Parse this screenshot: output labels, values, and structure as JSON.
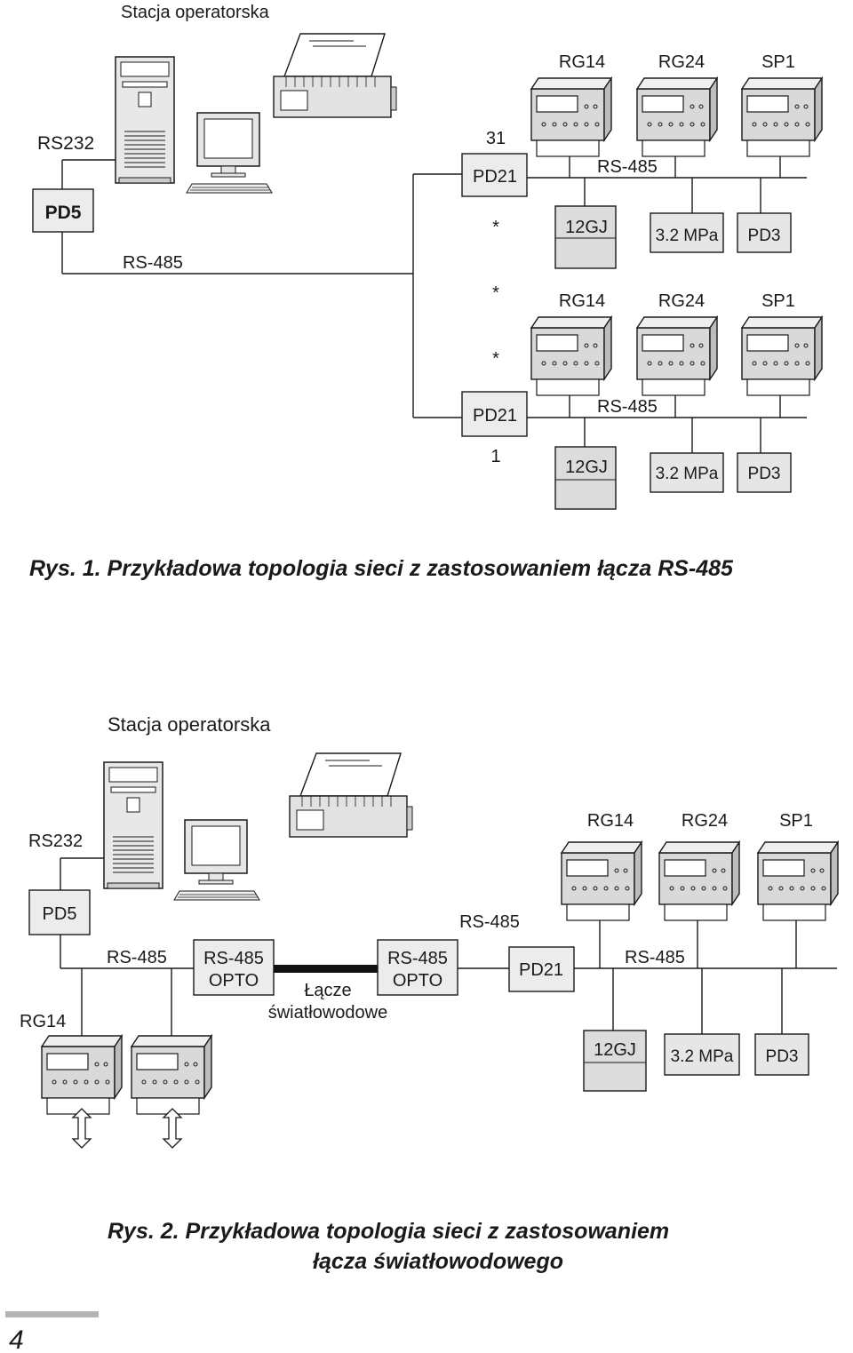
{
  "fig1": {
    "station_title": "Stacja operatorska",
    "rs232": "RS232",
    "pd5": "PD5",
    "rs485_left": "RS-485",
    "count_top": "31",
    "count_bottom": "1",
    "asterisk": "*",
    "pd21_top": "PD21",
    "pd21_bottom": "PD21",
    "rs485_top": "RS-485",
    "rs485_bottom": "RS-485",
    "rg14": "RG14",
    "rg24": "RG24",
    "sp1": "SP1",
    "gj": "12GJ",
    "mpa": "3.2 MPa",
    "pd3": "PD3",
    "caption": "Rys. 1. Przykładowa topologia sieci z zastosowaniem łącza RS-485"
  },
  "fig2": {
    "station_title": "Stacja operatorska",
    "rs232": "RS232",
    "pd5": "PD5",
    "rg14_left": "RG14",
    "rs485_left": "RS-485",
    "opto_top": "RS-485",
    "opto_bottom": "OPTO",
    "fiber_line1": "Łącze",
    "fiber_line2": "światłowodowe",
    "rs485_mid": "RS-485",
    "pd21": "PD21",
    "rs485_right": "RS-485",
    "rg14": "RG14",
    "rg24": "RG24",
    "sp1": "SP1",
    "gj": "12GJ",
    "mpa": "3.2 MPa",
    "pd3": "PD3",
    "caption_line1": "Rys. 2.  Przykładowa topologia sieci z zastosowaniem",
    "caption_line2": "łącza światłowodowego"
  },
  "page_number": "4",
  "colors": {
    "ink": "#1a1a1a",
    "box_fill": "#ececec",
    "device_fill": "#dcdcdc",
    "fiber": "#111111",
    "page_bar": "#b4b4b4"
  }
}
